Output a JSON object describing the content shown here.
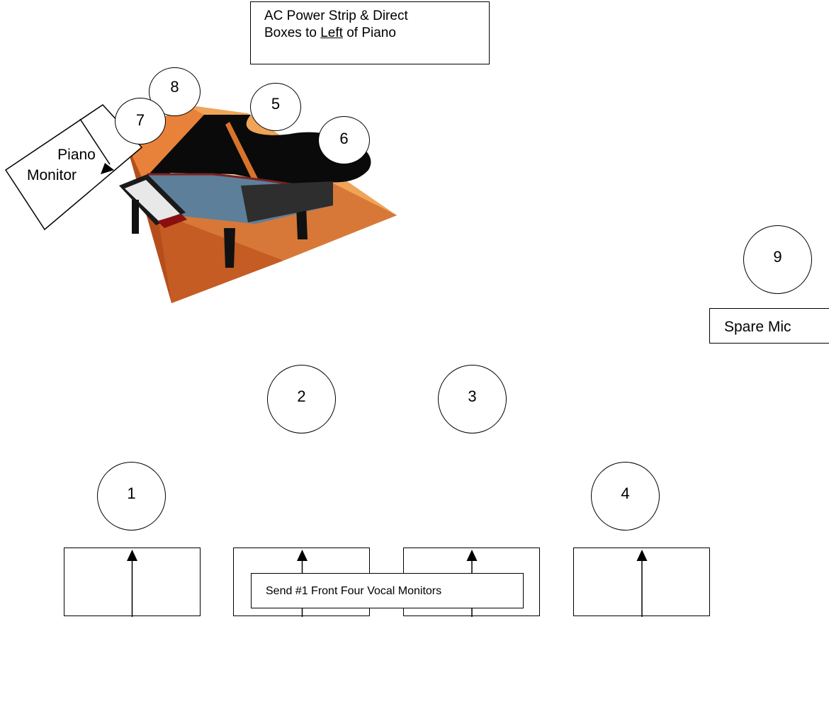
{
  "top_note": {
    "line1": "AC Power Strip & Direct",
    "line2_prefix": "Boxes to ",
    "line2_underlined": "Left",
    "line2_suffix": " of Piano"
  },
  "piano_monitor": {
    "line1": "Piano",
    "line2": "Monitor"
  },
  "mics": {
    "m1": "1",
    "m2": "2",
    "m3": "3",
    "m4": "4",
    "m5": "5",
    "m6": "6",
    "m7": "7",
    "m8": "8",
    "m9": "9"
  },
  "spare_label": "Spare Mic",
  "send_label": "Send #1 Front Four Vocal Monitors",
  "icons": {
    "piano": "grand-piano-icon",
    "arrow": "arrow-up-icon"
  }
}
